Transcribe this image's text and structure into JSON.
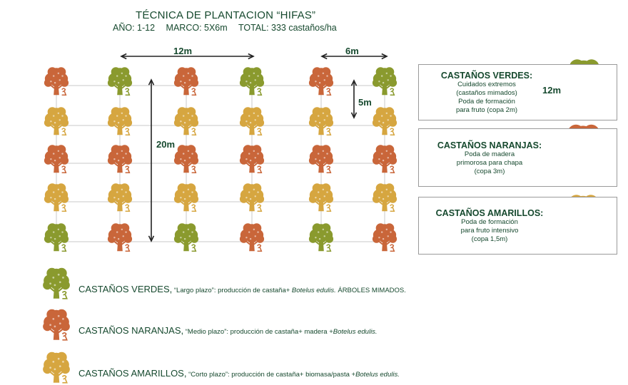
{
  "header": {
    "title": "TÉCNICA DE PLANTACION “HIFAS”",
    "year": "AÑO: 1-12",
    "frame": "MARCO: 5X6m",
    "total": "TOTAL: 333 castaños/ha"
  },
  "colors": {
    "verde": "#8a9a2e",
    "naranja": "#c9663a",
    "amarillo": "#d6a640",
    "text": "#16492e",
    "grid": "#c8c8c8"
  },
  "grid": {
    "rows": [
      [
        "naranja",
        "verde",
        "naranja",
        "verde",
        "naranja",
        "verde"
      ],
      [
        "amarillo",
        "amarillo",
        "amarillo",
        "amarillo",
        "amarillo",
        "amarillo"
      ],
      [
        "naranja",
        "naranja",
        "naranja",
        "naranja",
        "naranja",
        "naranja"
      ],
      [
        "amarillo",
        "amarillo",
        "amarillo",
        "amarillo",
        "amarillo",
        "amarillo"
      ],
      [
        "verde",
        "naranja",
        "verde",
        "naranja",
        "verde",
        "naranja"
      ]
    ]
  },
  "dimensions": {
    "span_12m": "12m",
    "span_6m": "6m",
    "span_5m": "5m",
    "span_20m": "20m",
    "box_12m": "12m"
  },
  "legend_boxes": [
    {
      "head": "CASTAÑOS VERDES:",
      "lines": [
        "Cuidados extremos",
        "(castaños mimados)",
        "Poda de formación",
        "para fruto (copa 2m)"
      ],
      "tree": "verde"
    },
    {
      "head": "CASTAÑOS NARANJAS:",
      "lines": [
        "Poda de madera",
        "primorosa para chapa",
        "(copa 3m)"
      ],
      "tree": "naranja"
    },
    {
      "head": "CASTAÑOS AMARILLOS:",
      "lines": [
        "Poda de formación",
        "para fruto intensivo",
        "(copa 1,5m)"
      ],
      "tree": "amarillo"
    }
  ],
  "legend_rows": [
    {
      "name": "CASTAÑOS VERDES,",
      "detail_pre": " “Largo plazo”: producción de castaña+ ",
      "detail_italic": "Botelus edulis.",
      "detail_post": " ÁRBOLES MIMADOS.",
      "tree": "verde"
    },
    {
      "name": "CASTAÑOS NARANJAS,",
      "detail_pre": " “Medio plazo”: producción de castaña+ madera +",
      "detail_italic": "Botelus edulis.",
      "detail_post": "",
      "tree": "naranja"
    },
    {
      "name": "CASTAÑOS AMARILLOS,",
      "detail_pre": " “Corto plazo”: producción de castaña+ biomasa/pasta +",
      "detail_italic": "Botelus edulis.",
      "detail_post": "",
      "tree": "amarillo"
    }
  ]
}
